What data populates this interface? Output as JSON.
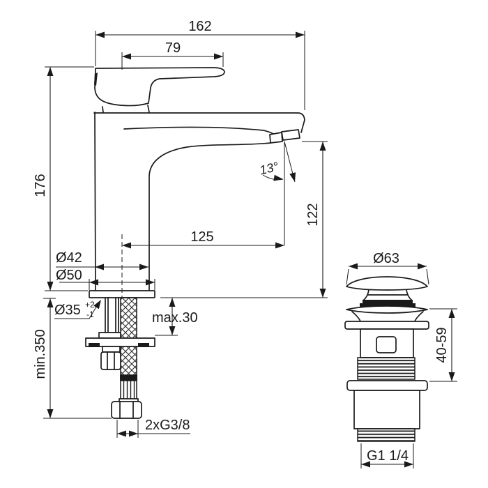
{
  "drawing": {
    "faucet": {
      "overall_length": "162",
      "handle_length": "79",
      "overall_height": "176",
      "spout_height": "122",
      "spout_reach": "125",
      "spout_angle": "13°",
      "body_diameter": "Ø42",
      "base_diameter": "Ø50",
      "hole_diameter": "Ø35",
      "hole_tolerance_upper": "+2",
      "hole_tolerance_lower": "-1",
      "max_deck_thickness": "max.30",
      "min_hose_length": "min.350",
      "supply_connection": "2xG3/8"
    },
    "waste": {
      "cap_diameter": "Ø63",
      "clamping_range": "40-59",
      "outlet_thread": "G1 1/4"
    },
    "colors": {
      "line_color": "#1a1a1a",
      "background": "#ffffff"
    }
  }
}
